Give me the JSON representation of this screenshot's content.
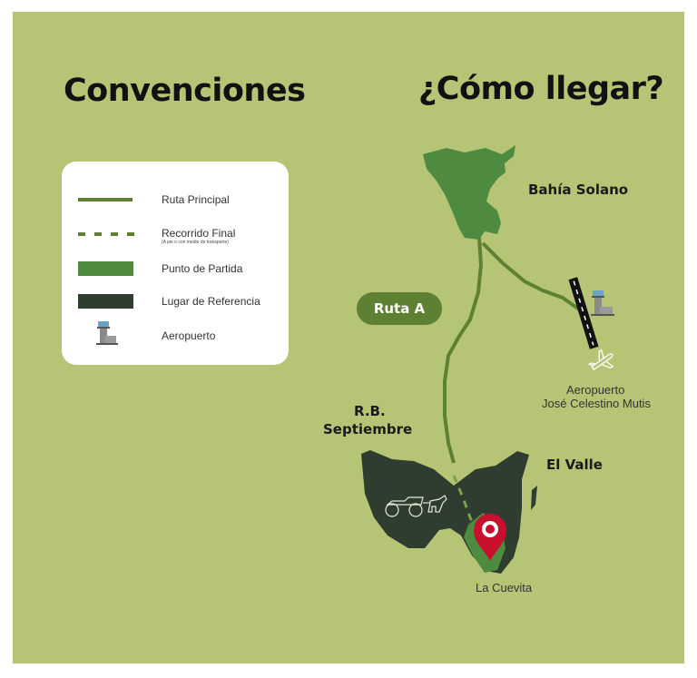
{
  "titles": {
    "conventions": "Convenciones",
    "how_to_get": "¿Cómo llegar?"
  },
  "legend": {
    "items": [
      {
        "label": "Ruta Principal",
        "icon": "solid-line"
      },
      {
        "label": "Recorrido Final",
        "sublabel": "(A pie o con medio de transporte)",
        "icon": "dashed-line"
      },
      {
        "label": "Punto de Partida",
        "icon": "light-green-swatch"
      },
      {
        "label": "Lugar de Referencia",
        "icon": "dark-green-swatch"
      },
      {
        "label": "Aeropuerto",
        "icon": "control-tower-icon"
      }
    ]
  },
  "map": {
    "places": {
      "bahia_solano": "Bahía Solano",
      "rb_line1": "R.B.",
      "rb_line2": "Septiembre",
      "el_valle": "El Valle",
      "la_cuevita": "La Cuevita",
      "airport_line1": "Aeropuerto",
      "airport_line2": "José Celestino Mutis"
    },
    "route_badge": "Ruta A",
    "icons": [
      "control-tower-icon",
      "airplane-icon",
      "carriage-icon",
      "map-pin-icon"
    ]
  },
  "colors": {
    "background": "#b6c476",
    "main_route": "#5e8032",
    "start_point": "#4e8a3f",
    "reference_area": "#2e3d30",
    "pin": "#c8102e"
  }
}
